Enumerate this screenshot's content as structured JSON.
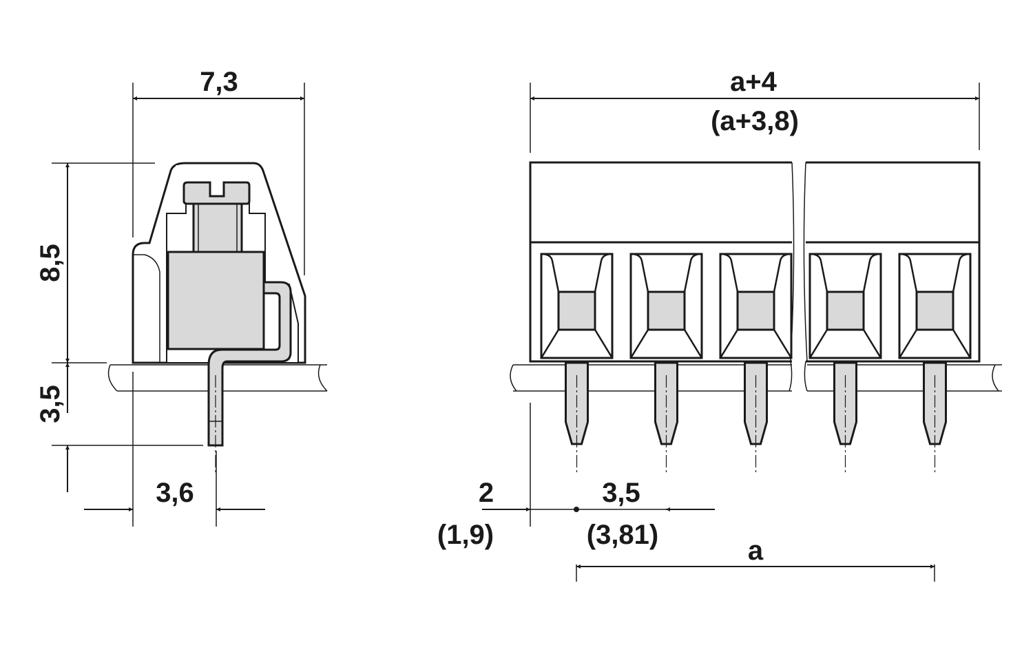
{
  "side_view": {
    "width_label": "7,3",
    "height_label": "8,5",
    "pin_length_label": "3,5",
    "pin_offset_label": "3,6"
  },
  "front_view": {
    "overall_length_label": "a+4",
    "overall_length_alt_label": "(a+3,8)",
    "edge_offset_label": "2",
    "edge_offset_alt_label": "(1,9)",
    "pitch_label": "3,5",
    "pitch_alt_label": "(3,81)",
    "span_label": "a",
    "terminal_count": 5
  },
  "colors": {
    "line": "#1a1a1a",
    "fill": "#d9d9d9"
  }
}
